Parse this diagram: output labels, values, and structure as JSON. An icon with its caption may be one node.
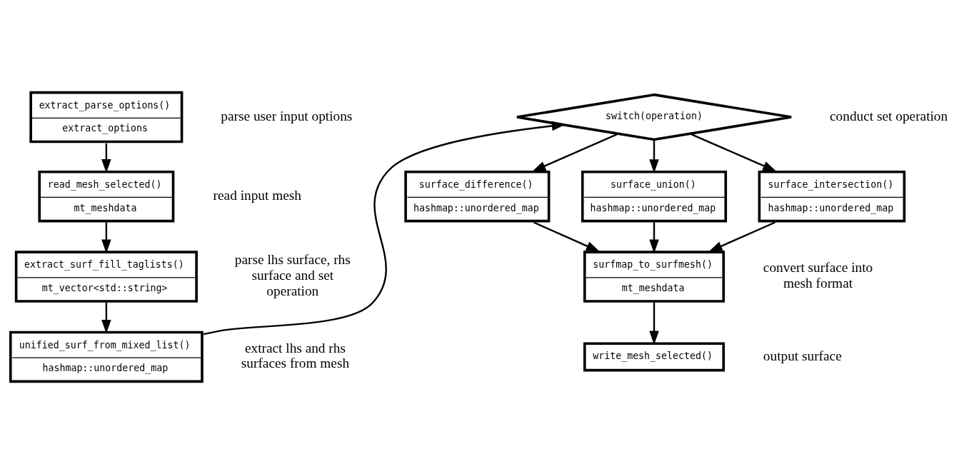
{
  "diagram": {
    "nodes": [
      {
        "text": [
          "extract_parse_options()",
          "extract_options"
        ],
        "beside": [
          "parse user input options"
        ]
      },
      {
        "text": [
          "read_mesh_selected()",
          "mt_meshdata"
        ],
        "beside": [
          "read input mesh"
        ]
      },
      {
        "text": [
          "extract_surf_fill_taglists()",
          "mt_vector<std::string>"
        ],
        "beside": [
          "parse lhs surface, rhs surface and set operation"
        ]
      },
      {
        "text": [
          "unified_surf_from_mixed_list()",
          "hashmap::unordered_map"
        ],
        "beside": [
          "extract lhs and rhs surfaces from mesh"
        ]
      },
      {
        "text": [
          "switch(operation)"
        ],
        "beside": [
          "conduct set operation"
        ]
      },
      {
        "text": [
          "surface_difference()",
          "hashmap::unordered_map"
        ]
      },
      {
        "text": [
          "surface_union()",
          "hashmap::unordered_map"
        ]
      },
      {
        "text": [
          "surface_intersection()",
          "hashmap::unordered_map"
        ]
      },
      {
        "text": [
          "surfmap_to_surfmesh()",
          "mt_meshdata"
        ],
        "beside": [
          "convert surface into mesh format"
        ]
      },
      {
        "text": [
          "write_mesh_selected()"
        ],
        "beside": [
          "output surface"
        ]
      }
    ],
    "edges": [
      {
        "from": 0,
        "to": 1,
        "arrow": "to"
      },
      {
        "from": 1,
        "to": 2,
        "arrow": "to"
      },
      {
        "from": 2,
        "to": 3,
        "arrow": "to"
      },
      {
        "from": 3,
        "to": 4,
        "arrow": "to"
      },
      {
        "from": 4,
        "to": 5,
        "arrow": "to"
      },
      {
        "from": 4,
        "to": 6,
        "arrow": "to"
      },
      {
        "from": 4,
        "to": 7,
        "arrow": "to"
      },
      {
        "from": 5,
        "to": 8,
        "arrow": "to"
      },
      {
        "from": 6,
        "to": 8,
        "arrow": "to"
      },
      {
        "from": 7,
        "to": 8,
        "arrow": "to"
      },
      {
        "from": 8,
        "to": 9,
        "arrow": "to"
      }
    ]
  }
}
